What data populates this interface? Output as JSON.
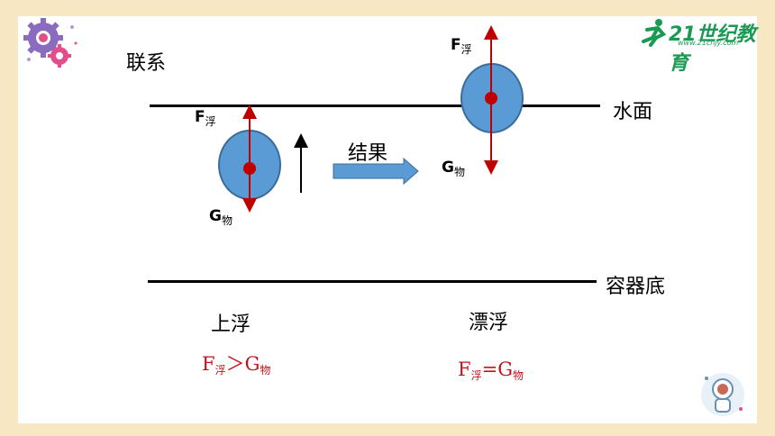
{
  "labels": {
    "relation": "联系",
    "water_surface": "水面",
    "container_bottom": "容器底",
    "result": "结果",
    "rising": "上浮",
    "floating": "漂浮"
  },
  "forces": {
    "left_buoyancy": {
      "main": "F",
      "sub": "浮"
    },
    "left_gravity": {
      "main": "G",
      "sub": "物"
    },
    "right_buoyancy": {
      "main": "F",
      "sub": "浮"
    },
    "right_gravity": {
      "main": "G",
      "sub": "物"
    }
  },
  "relations": {
    "rising": {
      "f": "F",
      "f_sub": "浮",
      "op": "＞",
      "g": "G",
      "g_sub": "物"
    },
    "floating": {
      "f": "F",
      "f_sub": "浮",
      "op": "=",
      "g": "G",
      "g_sub": "物"
    }
  },
  "logo": {
    "brand": "21世纪教育",
    "url": "www.21cnjy.com"
  },
  "colors": {
    "ball": "#5b9bd5",
    "force_arrow": "#c00000",
    "relation_text": "#c0141b",
    "result_arrow": "#5b9bd5",
    "background": "#f8e7c3"
  }
}
